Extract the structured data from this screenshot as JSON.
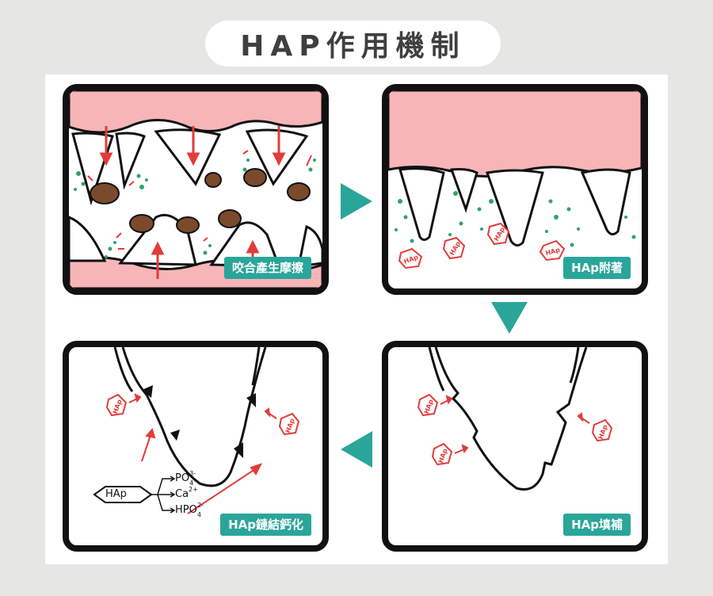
{
  "title": "HAP作用機制",
  "panels": {
    "step1": {
      "label": "咬合產生摩擦"
    },
    "step2": {
      "label": "HAp附著"
    },
    "step3": {
      "label": "HAp填補"
    },
    "step4": {
      "label": "HAp鏈結鈣化"
    }
  },
  "particle_text": "HAp",
  "formula": {
    "source": "HAp",
    "phosphate": "PO",
    "phosphate_sub": "4",
    "phosphate_sup": "3-",
    "calcium": "Ca",
    "calcium_sup": "2+",
    "hydrogen_phosphate": "HPO",
    "hydrogen_phosphate_sub": "4",
    "hydrogen_phosphate_sup": "2-"
  },
  "colors": {
    "gum": "#f7b5b8",
    "accent": "#2aa59a",
    "arrow": "#e33b3b",
    "particle": "#2fa36b",
    "debris": "#7b4a2a",
    "outline": "#111111"
  }
}
